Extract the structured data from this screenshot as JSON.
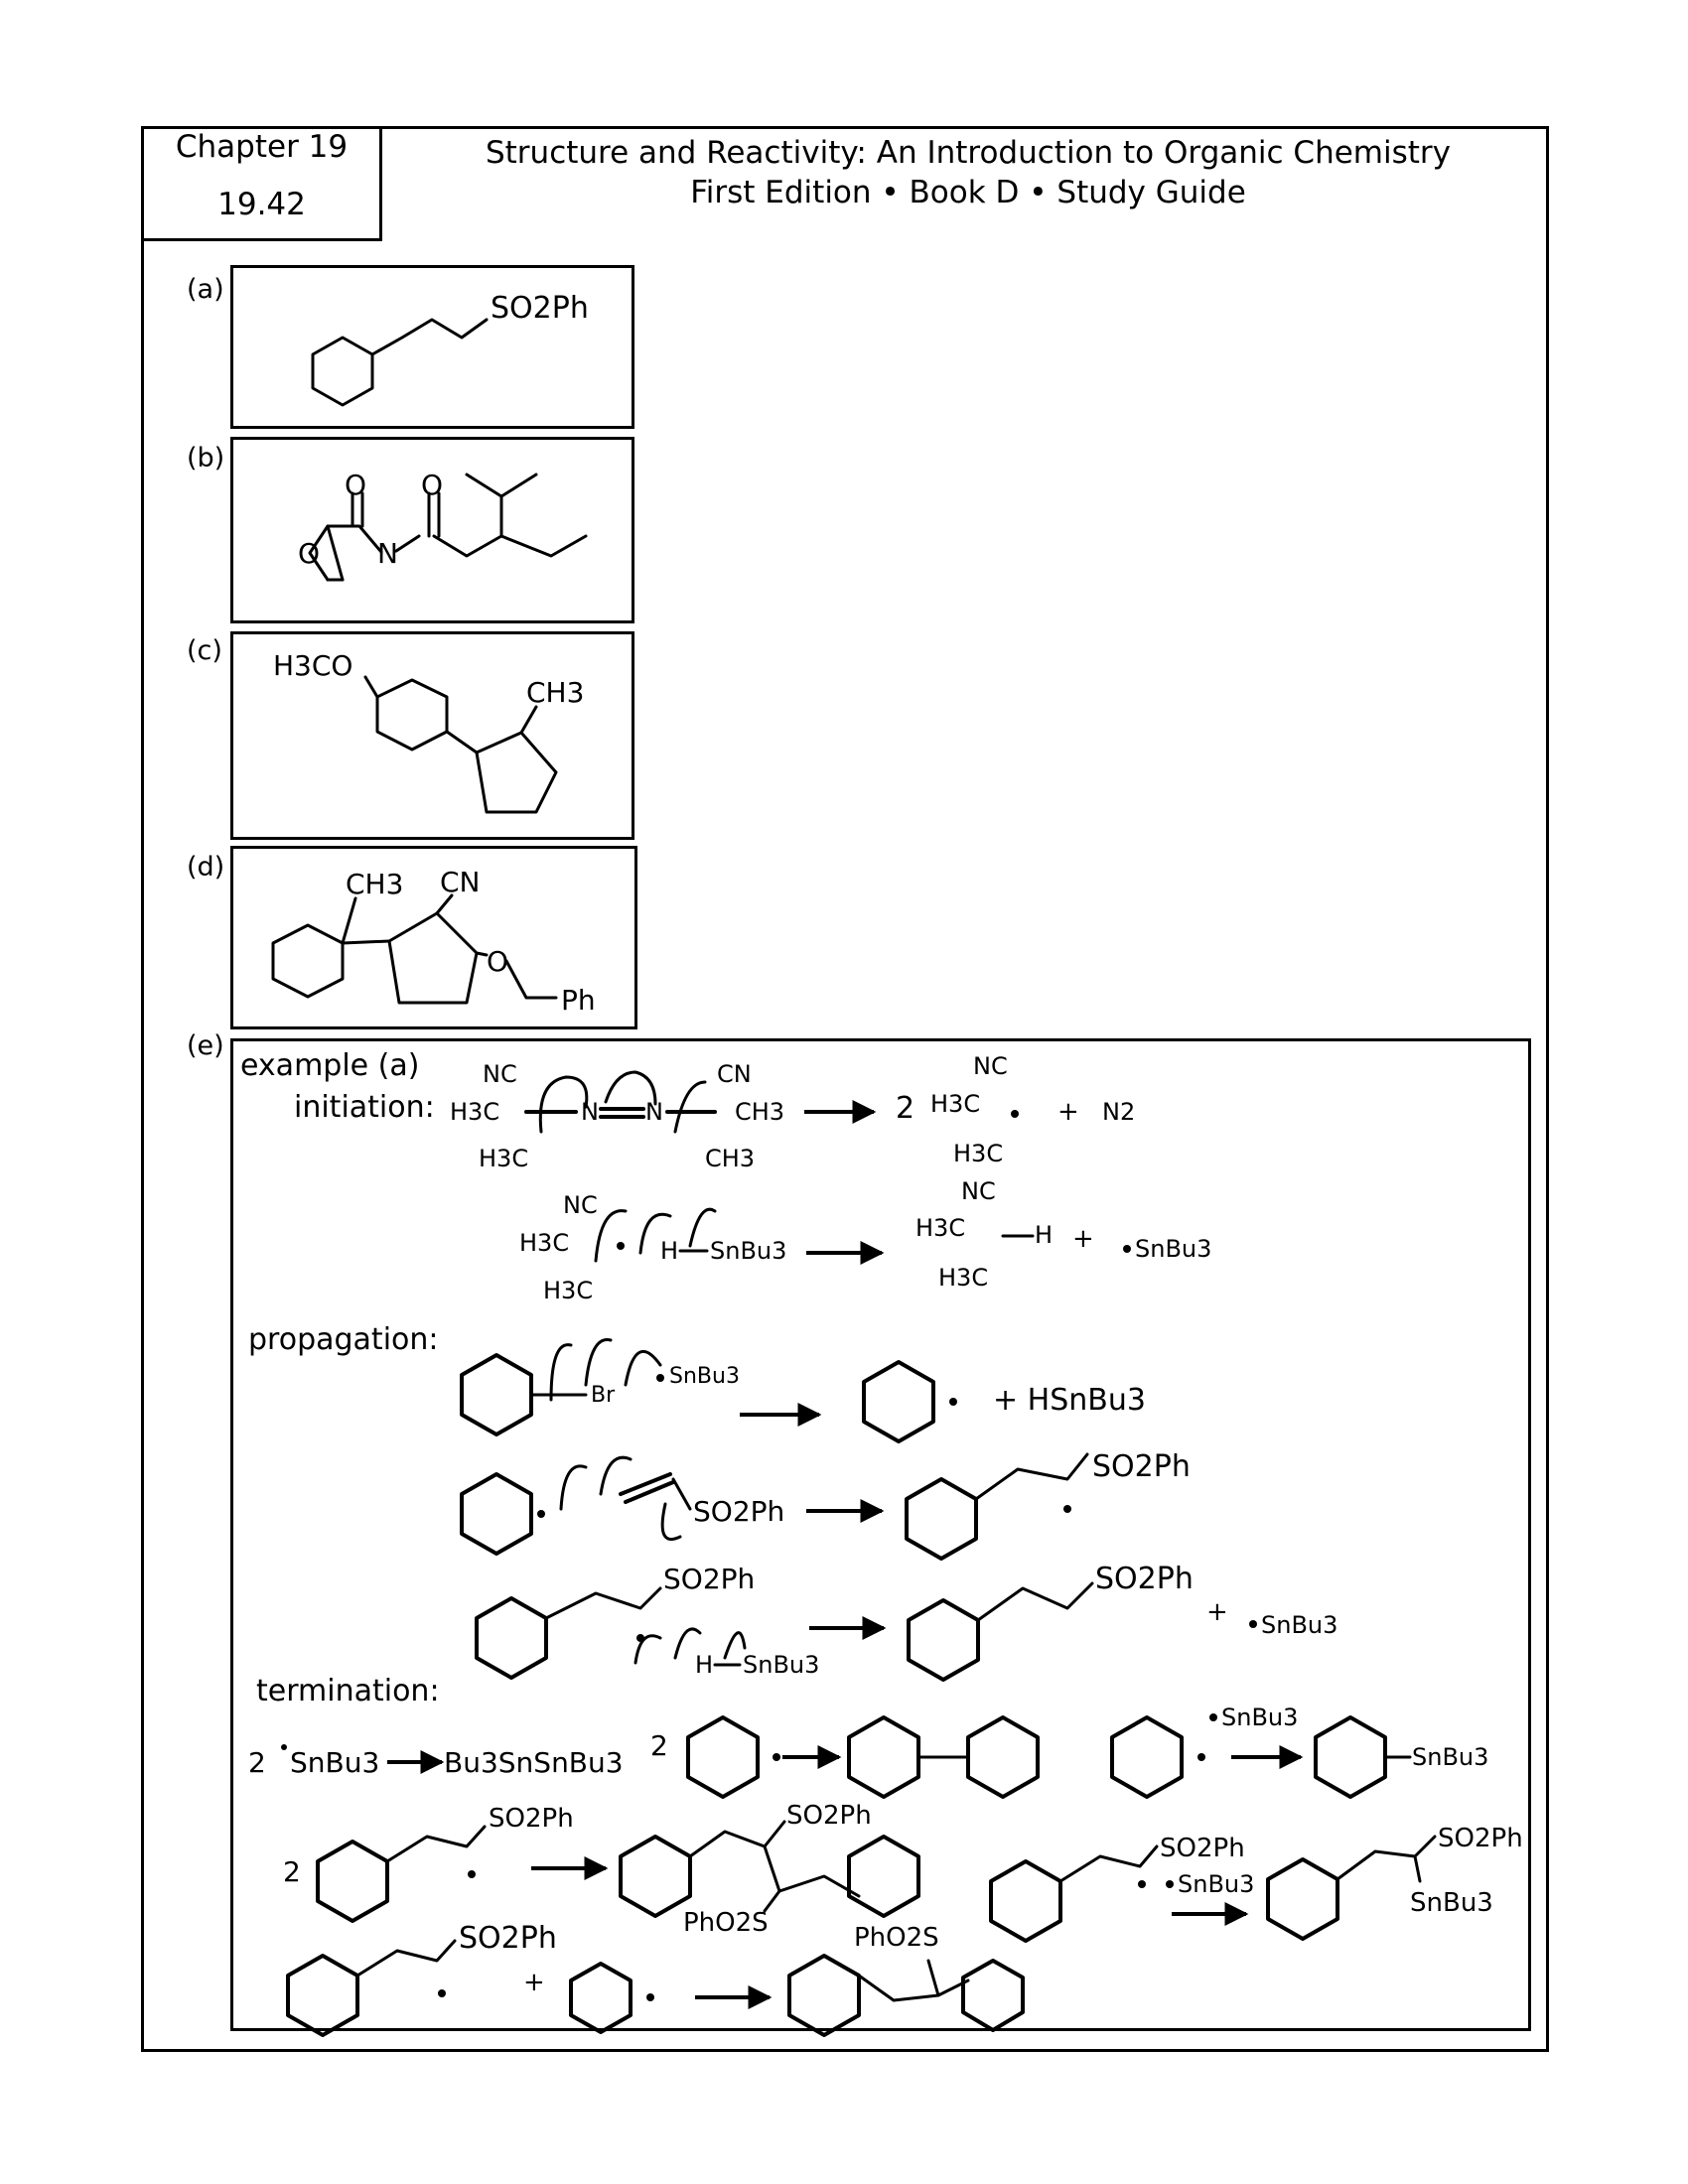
{
  "header": {
    "chapter": "Chapter 19",
    "problem": "19.42",
    "title": "Structure and Reactivity: An Introduction to Organic Chemistry",
    "subtitle": "First Edition • Book D • Study Guide"
  },
  "parts": [
    "(a)",
    "(b)",
    "(c)",
    "(d)",
    "(e)"
  ],
  "labels": {
    "so2ph": "SO2Ph",
    "phO2s": "PhO2S",
    "o": "O",
    "n": "N",
    "h3co": "H3CO",
    "ch3": "CH3",
    "cn": "CN",
    "nc": "NC",
    "h3c": "H3C",
    "ph": "Ph",
    "br": "Br",
    "h": "H",
    "snbu3": "SnBu3",
    "hsnbu3": "+ HSnBu3",
    "n2": "N2",
    "two": "2",
    "plus": "+",
    "bu3snsnbu3": "Bu3SnSnBu3"
  },
  "mechanism": {
    "example": "example (a)",
    "initiation": "initiation:",
    "propagation": "propagation:",
    "termination": "termination:"
  }
}
